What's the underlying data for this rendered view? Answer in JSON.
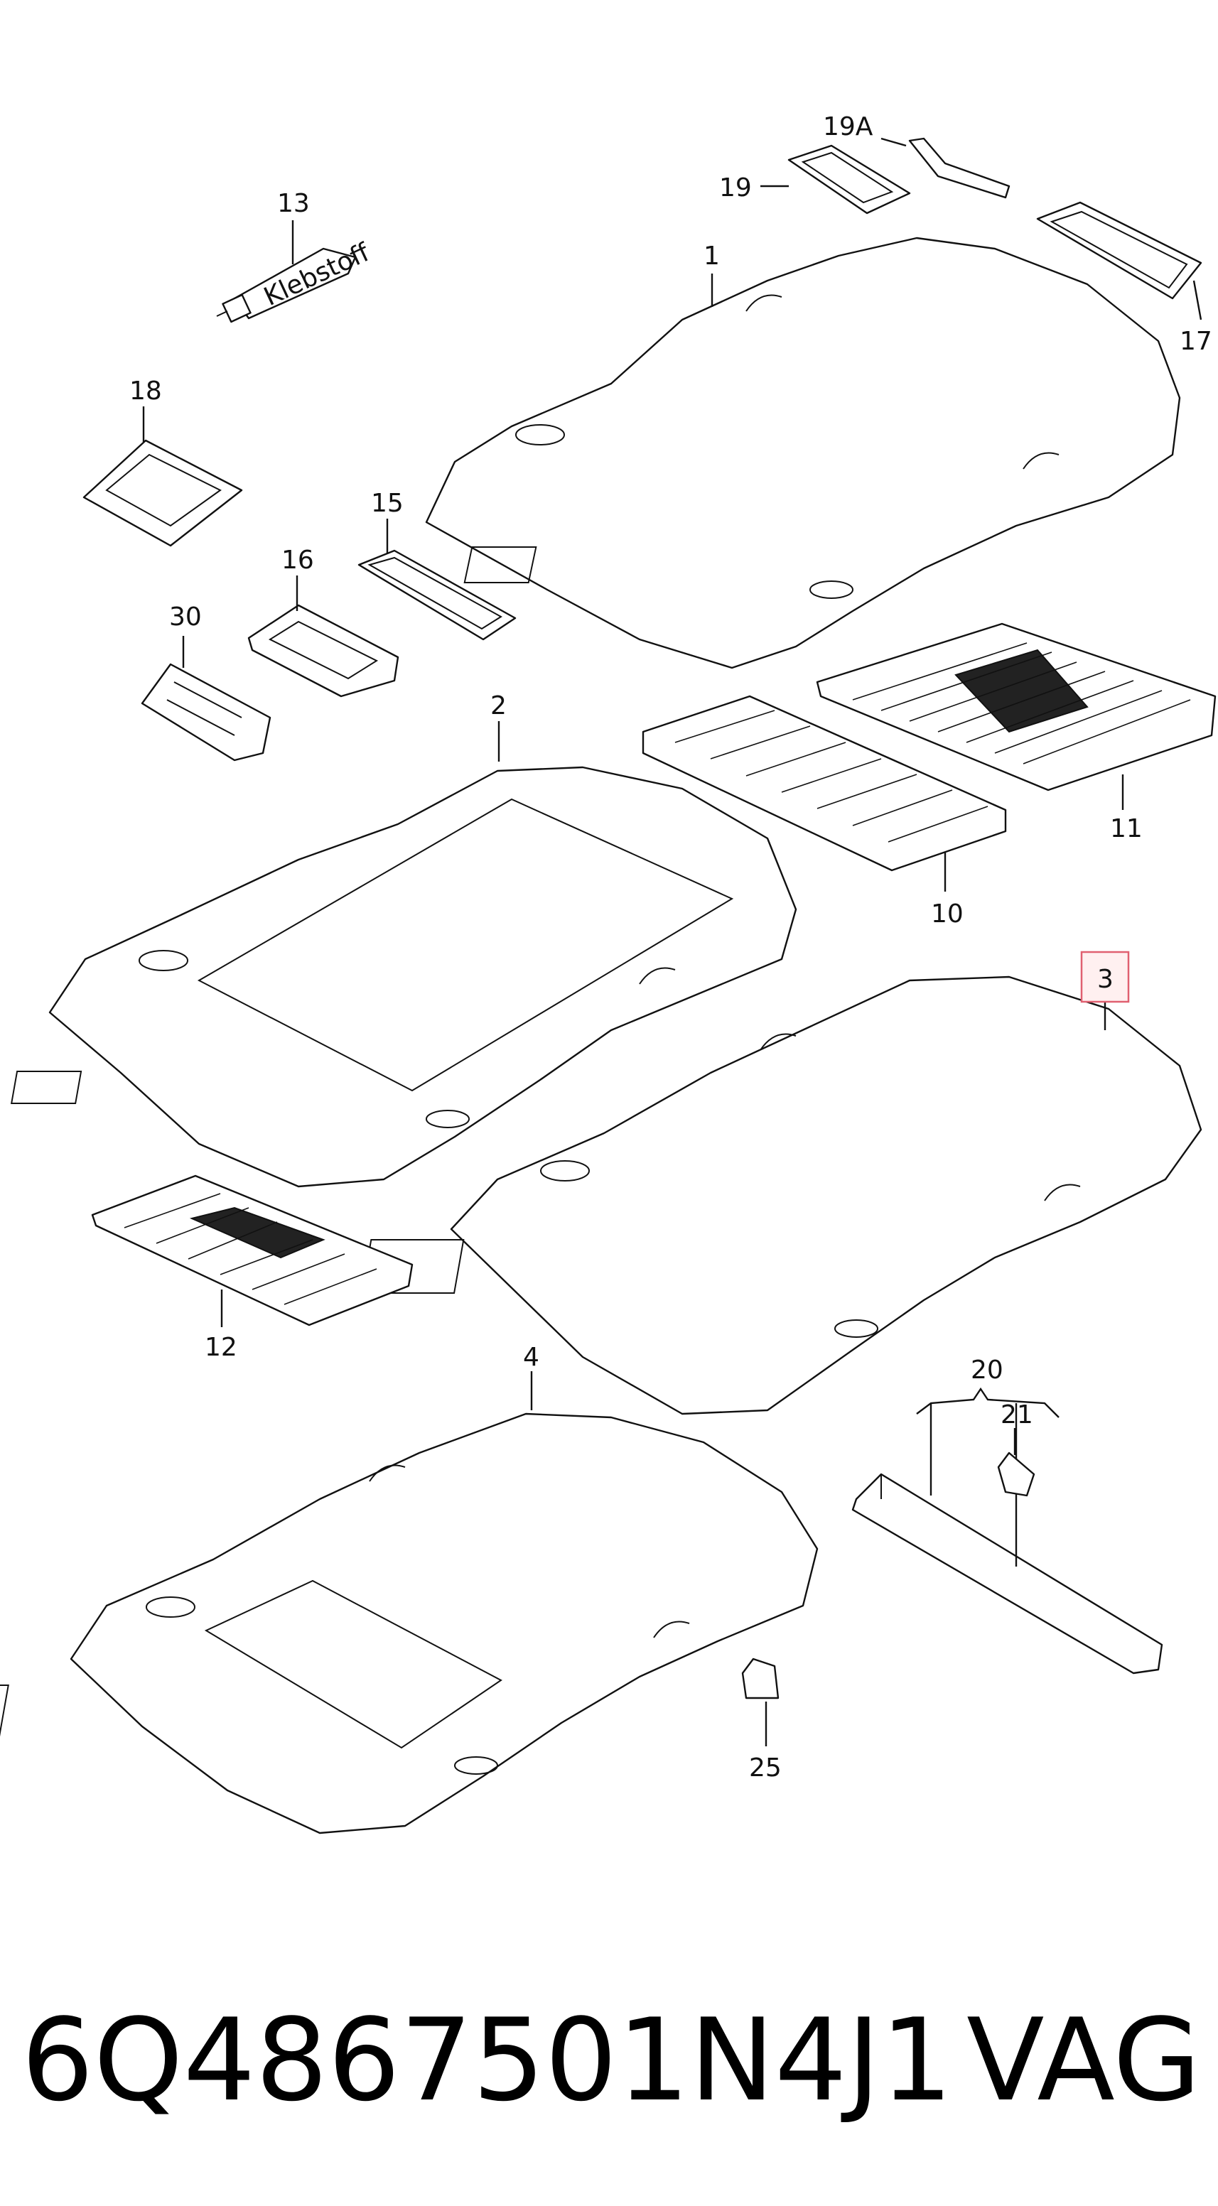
{
  "callouts": [
    "13",
    "19A",
    "19",
    "1",
    "17",
    "18",
    "15",
    "16",
    "30",
    "2",
    "11",
    "10",
    "3",
    "12",
    "4",
    "20",
    "21",
    "25"
  ],
  "embossed_text": "Klebstoff",
  "footer": {
    "part_number": "6Q4867501N4J1",
    "brand": "VAG"
  },
  "colors": {
    "line": "#111111",
    "highlight_border": "#e06070",
    "highlight_fill": "#fff0f0"
  }
}
